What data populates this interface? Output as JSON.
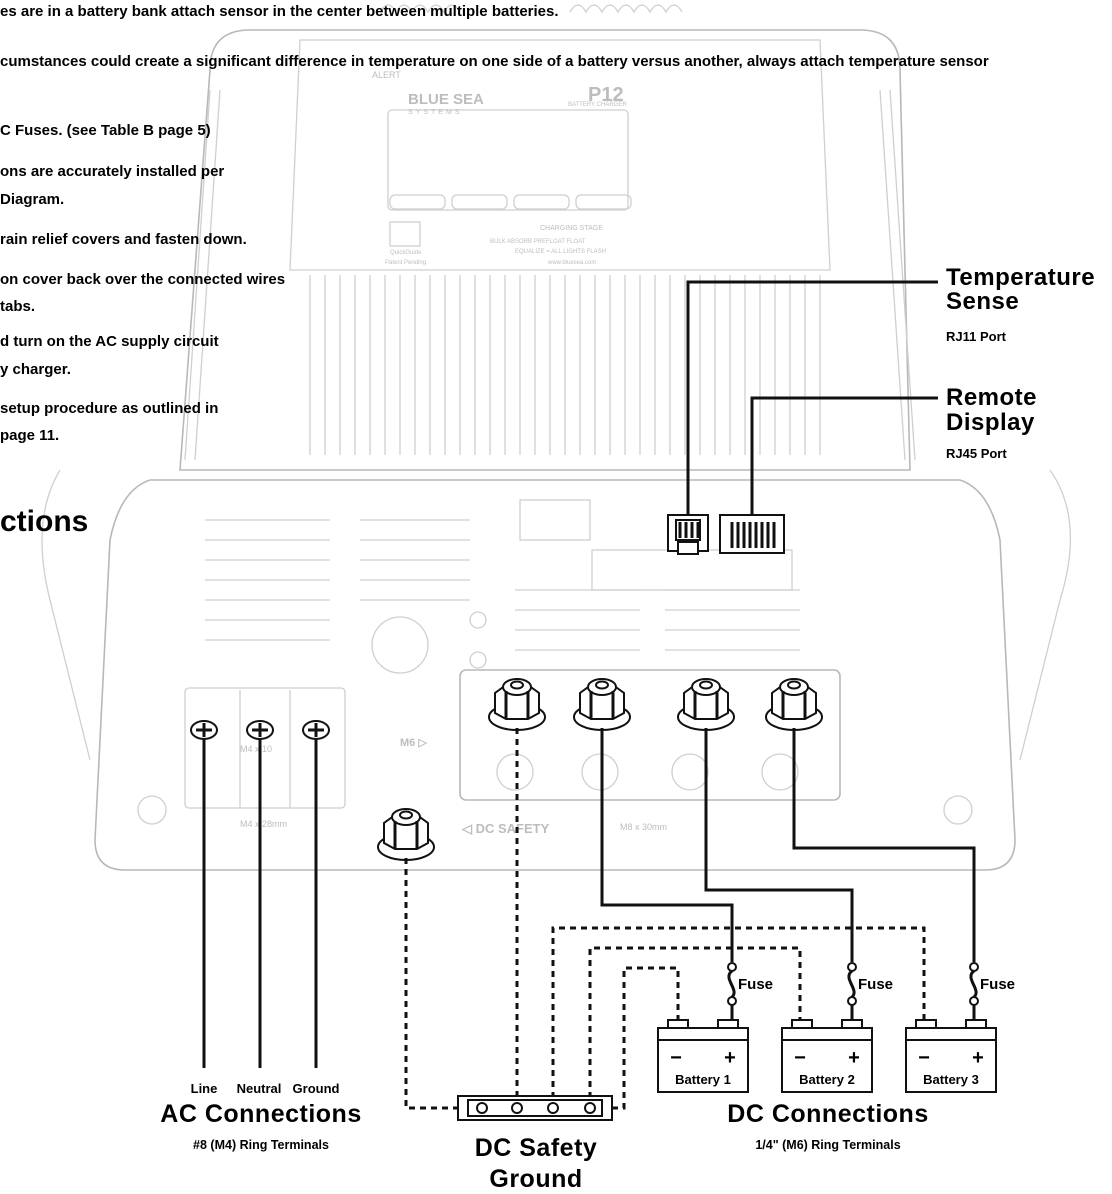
{
  "instructions": {
    "line1": "es are in a battery bank attach sensor in the center between multiple batteries.",
    "line2": "cumstances could create a significant difference in temperature on one side of a battery versus another, always attach temperature sensor",
    "step_fuses_pre": "C Fuses. (see ",
    "step_fuses_bold": "Table B",
    "step_fuses_post": " page 5)",
    "step_install_1": "ons are accurately installed per",
    "step_install_2": "Diagram.",
    "step_strain": "rain relief covers and fasten down.",
    "step_cover_1": "on cover back over the connected wires",
    "step_cover_2": "tabs.",
    "step_power_1": "d turn on the AC supply circuit",
    "step_power_2": "y charger.",
    "step_setup_1": " setup procedure as outlined in",
    "step_setup_2": " page 11."
  },
  "section_heading": "ctions",
  "device": {
    "alert": "ALERT",
    "brand": "BLUE SEA",
    "brand_sub": "SYSTEMS",
    "model": "P12",
    "model_sub": "BATTERY CHARGER",
    "qr_caption": "QuickGuide",
    "patent": "Patent Pending",
    "charging_stage": "CHARGING STAGE",
    "stages": "BULK   ABSORB  PREFLOAT   FLOAT",
    "equalize": "EQUALIZE = ALL LIGHTS FLASH",
    "website": "www.bluesea.com",
    "m4_label": "M4 x 10",
    "m6_label": "M6 ▷",
    "m4_28": "M4 x 28mm",
    "m8_30": "M8 x 30mm",
    "dc_safety": "◁ DC SAFETY"
  },
  "ports": {
    "temperature": {
      "title_1": "Temperature",
      "title_2": "Sense",
      "subtitle": "RJ11 Port"
    },
    "remote": {
      "title_1": "Remote",
      "title_2": "Display",
      "subtitle": "RJ45 Port"
    }
  },
  "ac": {
    "terminals": [
      "Line",
      "Neutral",
      "Ground"
    ],
    "title": "AC Connections",
    "subtitle": "#8 (M4)  Ring Terminals"
  },
  "dc": {
    "title": "DC Connections",
    "subtitle": "1/4\" (M6) Ring Terminals",
    "fuse_label": "Fuse",
    "batteries": [
      "Battery 1",
      "Battery 2",
      "Battery 3"
    ],
    "minus_symbol": "−",
    "plus_symbol": "+"
  },
  "ground": {
    "title_1": "DC Safety",
    "title_2": "Ground"
  }
}
